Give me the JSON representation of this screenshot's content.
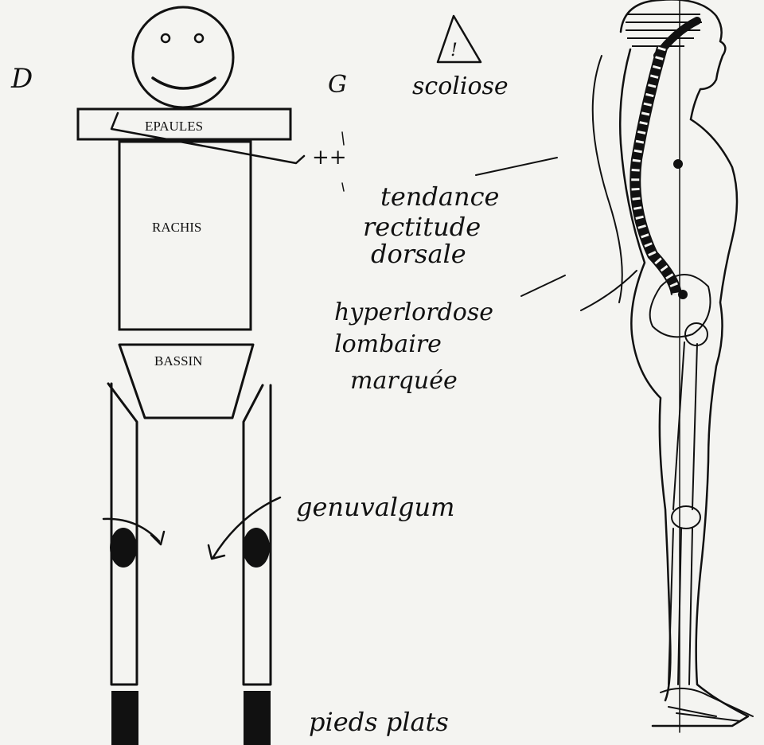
{
  "diagram": {
    "side_left": "D",
    "side_right": "G",
    "boxes": {
      "shoulders": "EPAULES",
      "spine": "RACHIS",
      "pelvis": "BASSIN"
    },
    "warning_symbol": "!",
    "marks": "++",
    "annotations": {
      "scoliosis": "scoliose",
      "dorsal_1": "tendance",
      "dorsal_2": "rectitude",
      "dorsal_3": "dorsale",
      "lumbar_1": "hyperlordose",
      "lumbar_2": "lombaire",
      "lumbar_3": "marquée",
      "knees": "genuvalgum",
      "feet": "pieds plats"
    }
  }
}
